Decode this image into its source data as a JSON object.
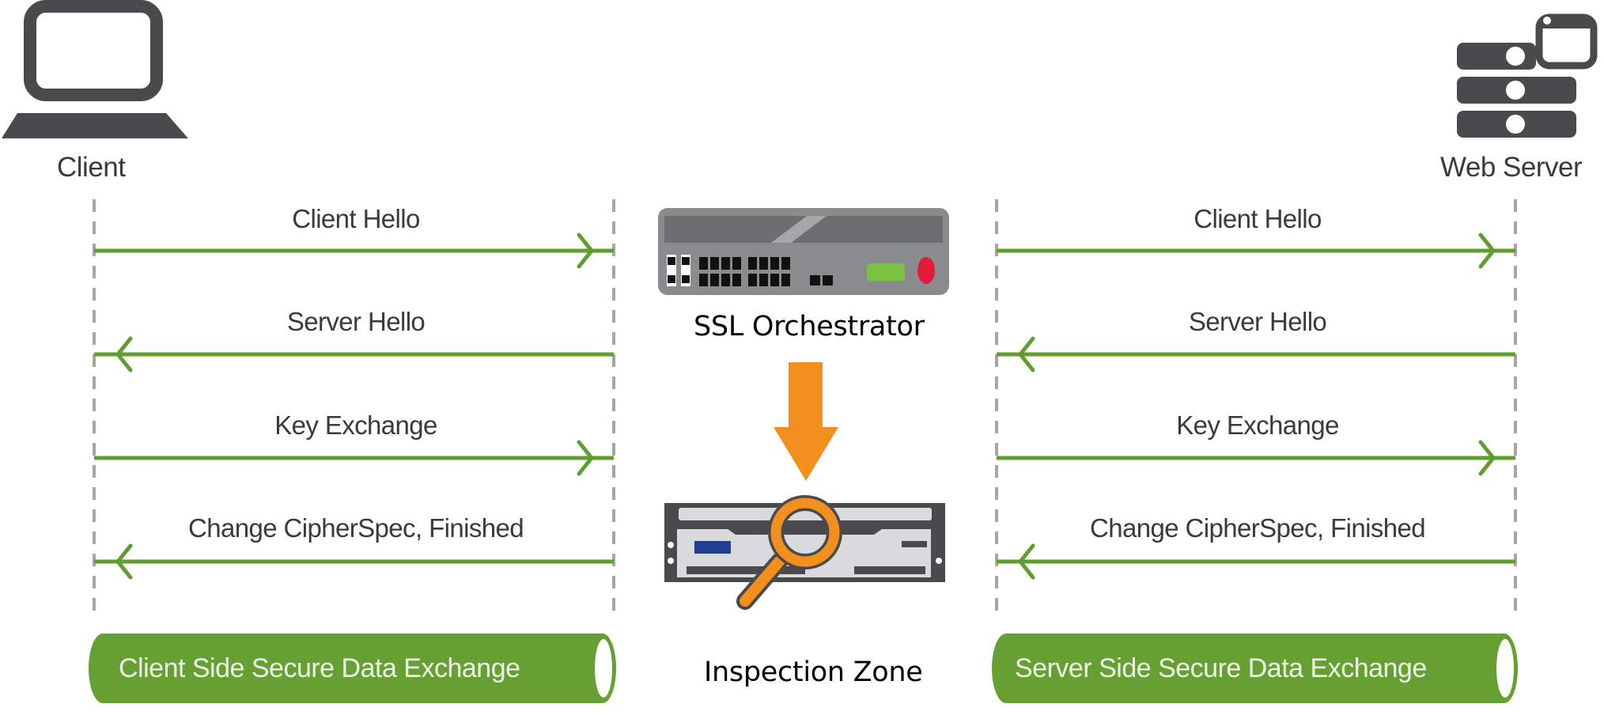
{
  "diagram": {
    "client": {
      "label": "Client",
      "icon": "laptop-icon"
    },
    "server": {
      "label": "Web Server",
      "icon": "server-icon"
    },
    "center": {
      "orchestrator_label": "SSL Orchestrator",
      "inspection_label": "Inspection Zone"
    },
    "client_side": {
      "messages": [
        {
          "label": "Client Hello",
          "direction": "right"
        },
        {
          "label": "Server Hello",
          "direction": "left"
        },
        {
          "label": "Key Exchange",
          "direction": "right"
        },
        {
          "label": "Change CipherSpec, Finished",
          "direction": "left"
        }
      ],
      "pipe_label": "Client Side Secure Data Exchange"
    },
    "server_side": {
      "messages": [
        {
          "label": "Client Hello",
          "direction": "right"
        },
        {
          "label": "Server Hello",
          "direction": "left"
        },
        {
          "label": "Key Exchange",
          "direction": "right"
        },
        {
          "label": "Change CipherSpec, Finished",
          "direction": "left"
        }
      ],
      "pipe_label": "Server Side Secure Data Exchange"
    },
    "colors": {
      "arrow_green": "#5f9e2e",
      "pipe_green": "#66a032",
      "icon_gray": "#4a4a4c",
      "dash_gray": "#a6a6a8",
      "orange": "#f3901d",
      "led_green": "#7cc242",
      "led_red": "#e31b3b",
      "badge_blue": "#1f3f8f"
    }
  }
}
